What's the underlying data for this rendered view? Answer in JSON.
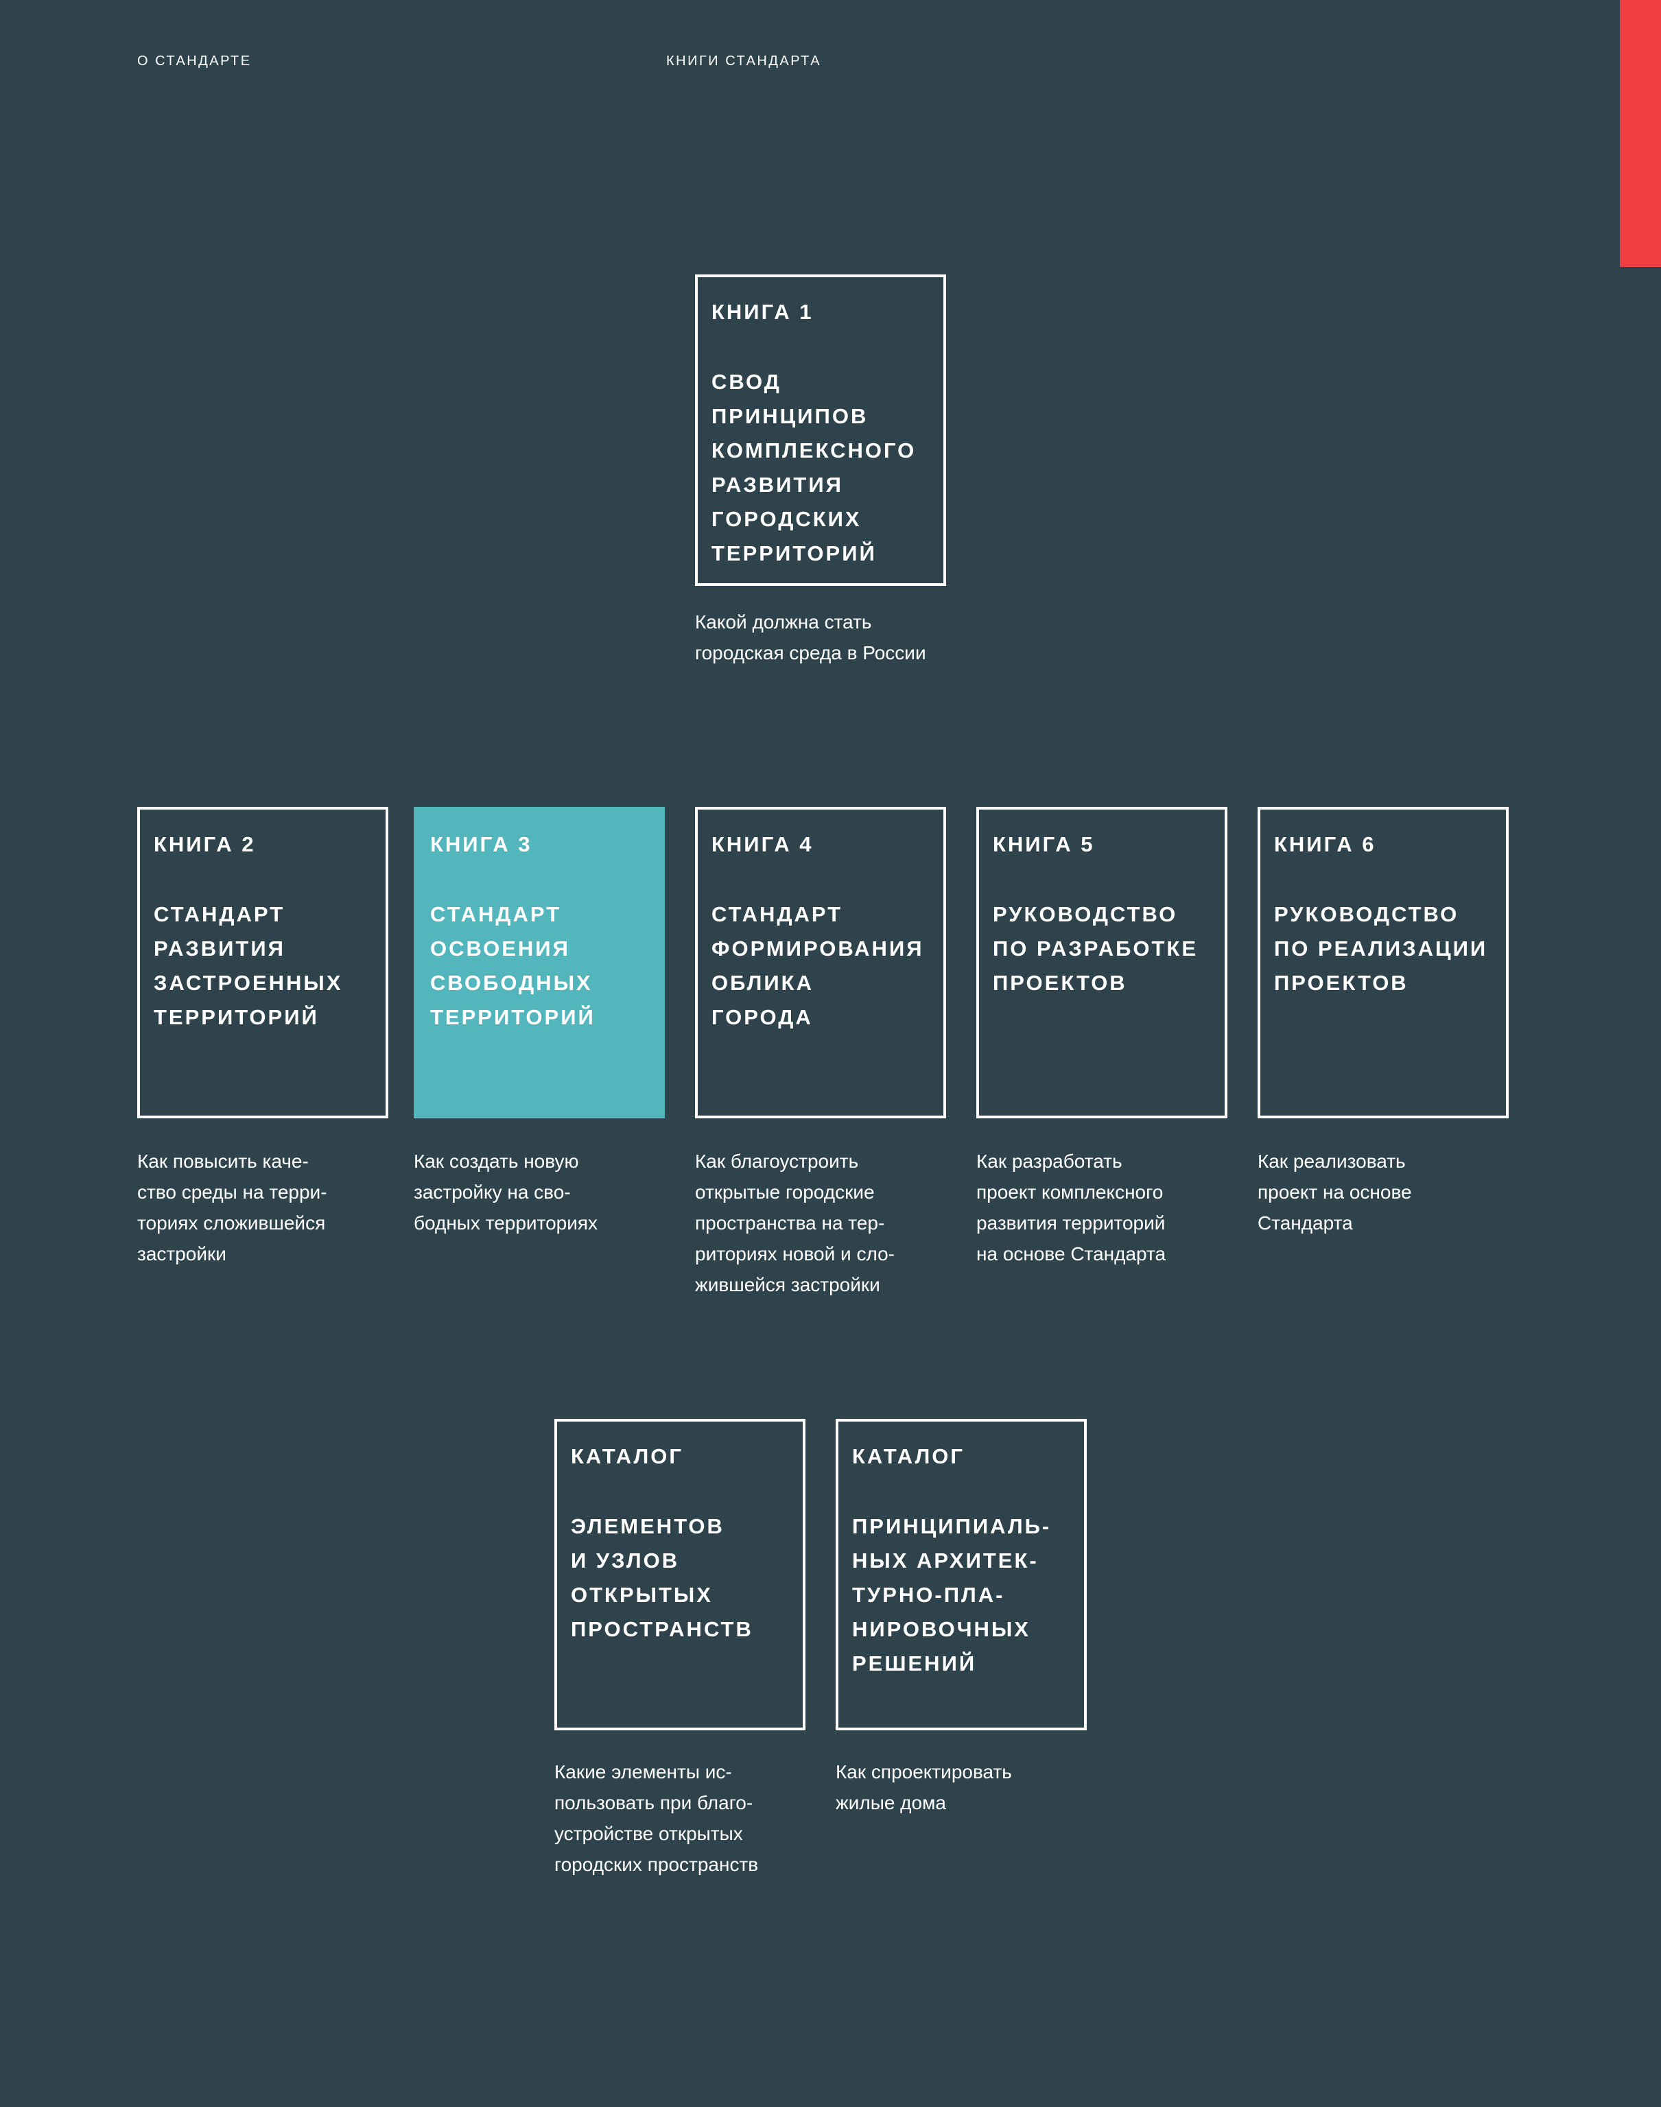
{
  "page": {
    "background_color": "#2E434C",
    "accent_red": "#EF3E42",
    "card_teal": "#52B6BC",
    "text_color": "#FFFFFF"
  },
  "header": {
    "left_label": "О СТАНДАРТЕ",
    "center_label": "КНИГИ СТАНДАРТА"
  },
  "books": [
    {
      "number": "КНИГА 1",
      "title": "СВОД ПРИНЦИПОВ\nКОМПЛЕКСНОГО\nРАЗВИТИЯ\nГОРОДСКИХ\nТЕРРИТОРИЙ",
      "caption": "Какой должна стать\nгородская среда в России",
      "highlighted": false
    },
    {
      "number": "КНИГА 2",
      "title": "СТАНДАРТ\nРАЗВИТИЯ\nЗАСТРОЕННЫХ\nТЕРРИТОРИЙ",
      "caption": "Как повысить каче-\nство среды на терри-\nториях сложившейся\nзастройки",
      "highlighted": false
    },
    {
      "number": "КНИГА 3",
      "title": "СТАНДАРТ\nОСВОЕНИЯ\nСВОБОДНЫХ\nТЕРРИТОРИЙ",
      "caption": "Как создать новую\nзастройку на сво-\nбодных территориях",
      "highlighted": true
    },
    {
      "number": "КНИГА 4",
      "title": "СТАНДАРТ\nФОРМИРОВАНИЯ\nОБЛИКА\nГОРОДА",
      "caption": "Как благоустроить\nоткрытые городские\nпространства на тер-\nриториях новой и сло-\nжившейся застройки",
      "highlighted": false
    },
    {
      "number": "КНИГА 5",
      "title": "РУКОВОДСТВО\nПО РАЗРАБОТКЕ\nПРОЕКТОВ",
      "caption": "Как разработать\nпроект комплексного\nразвития территорий\nна основе Стандарта",
      "highlighted": false
    },
    {
      "number": "КНИГА 6",
      "title": "РУКОВОДСТВО\nПО РЕАЛИЗАЦИИ\nПРОЕКТОВ",
      "caption": "Как реализовать\nпроект на основе\nСтандарта",
      "highlighted": false
    }
  ],
  "catalogs": [
    {
      "number": "КАТАЛОГ",
      "title": "ЭЛЕМЕНТОВ\nИ УЗЛОВ\nОТКРЫТЫХ\nПРОСТРАНСТВ",
      "caption": "Какие элементы ис-\nпользовать при благо-\nустройстве открытых\nгородских пространств"
    },
    {
      "number": "КАТАЛОГ",
      "title": "ПРИНЦИПИАЛЬ-\nНЫХ АРХИТЕК-\nТУРНО-ПЛА-\nНИРОВОЧНЫХ\nРЕШЕНИЙ",
      "caption": "Как спроектировать\nжилые дома"
    }
  ]
}
